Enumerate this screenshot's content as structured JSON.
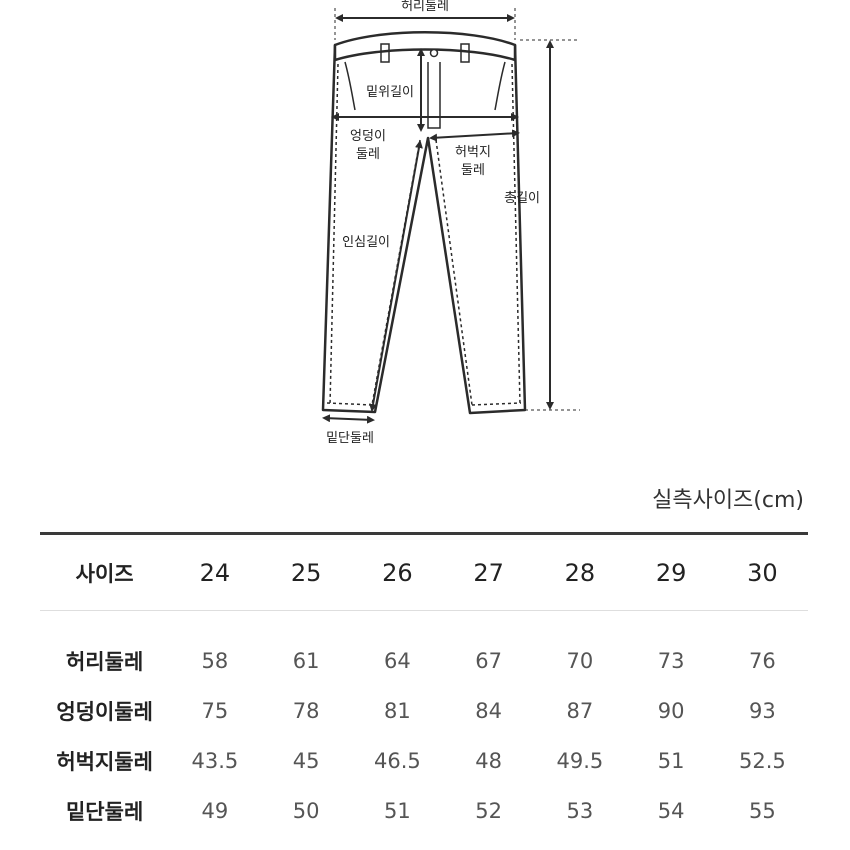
{
  "diagram": {
    "labels": {
      "waist": "허리둘레",
      "rise": "밑위길이",
      "hip_line1": "엉덩이",
      "hip_line2": "둘레",
      "thigh_line1": "허벅지",
      "thigh_line2": "둘레",
      "total_length": "총길이",
      "inseam": "인심길이",
      "hem": "밑단둘레"
    },
    "colors": {
      "line": "#2b2b2b",
      "fill": "#ffffff"
    }
  },
  "unit_label": "실측사이즈(cm)",
  "table": {
    "header_label": "사이즈",
    "sizes": [
      "24",
      "25",
      "26",
      "27",
      "28",
      "29",
      "30"
    ],
    "rows": [
      {
        "label": "허리둘레",
        "values": [
          "58",
          "61",
          "64",
          "67",
          "70",
          "73",
          "76"
        ]
      },
      {
        "label": "엉덩이둘레",
        "values": [
          "75",
          "78",
          "81",
          "84",
          "87",
          "90",
          "93"
        ]
      },
      {
        "label": "허벅지둘레",
        "values": [
          "43.5",
          "45",
          "46.5",
          "48",
          "49.5",
          "51",
          "52.5"
        ]
      },
      {
        "label": "밑단둘레",
        "values": [
          "49",
          "50",
          "51",
          "52",
          "53",
          "54",
          "55"
        ]
      }
    ],
    "colors": {
      "rule": "#3a3a3a",
      "divider": "#dedede",
      "value_text": "#555555"
    }
  }
}
